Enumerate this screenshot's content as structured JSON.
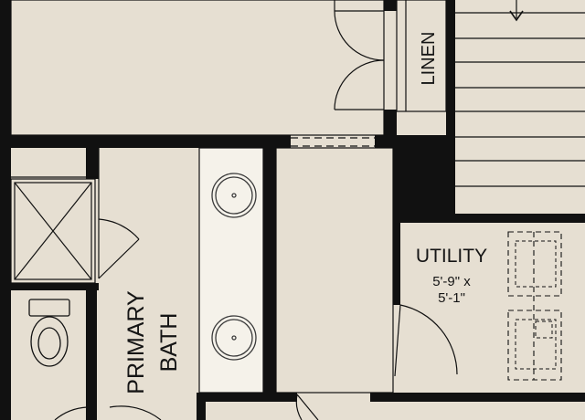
{
  "rooms": {
    "linen": {
      "label": "LINEN"
    },
    "utility": {
      "label": "UTILITY",
      "dim_line1": "5'-9\" x",
      "dim_line2": "5'-1\""
    },
    "primary_bath": {
      "line1": "PRIMARY",
      "line2": "BATH"
    }
  },
  "colors": {
    "floor": "#e6dfd2",
    "wall": "#111111",
    "vanity_counter": "#f5f2ea",
    "fixture_stroke": "#3a3a3a"
  }
}
